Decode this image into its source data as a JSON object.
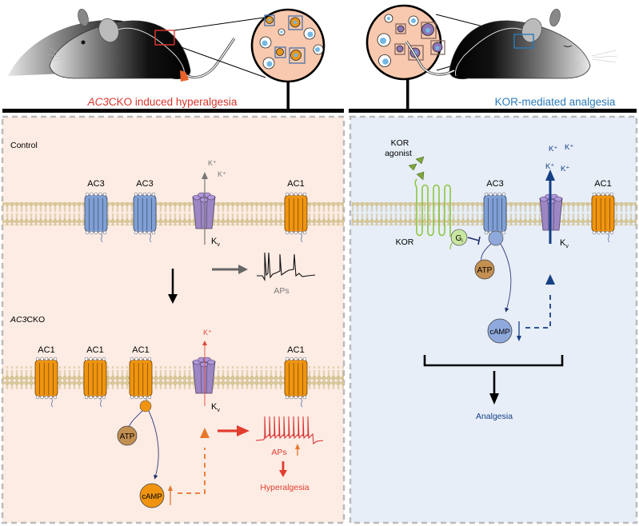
{
  "left_panel": {
    "title_italic": "AC3",
    "title_rest": "CKO induced hyperalgesia",
    "title_color": "#d9362b",
    "background": "#fdece4",
    "control": {
      "heading": "Control",
      "proteins": [
        "AC3",
        "AC3",
        "AC1"
      ],
      "k_ions": [
        "K⁺",
        "K⁺"
      ],
      "channel": "K",
      "channel_sub": "v",
      "output_label": "APs"
    },
    "cko": {
      "heading_italic": "AC3",
      "heading_rest": "CKO",
      "proteins": [
        "AC1",
        "AC1",
        "AC1",
        "AC1"
      ],
      "k_ion": "K⁺",
      "channel": "K",
      "channel_sub": "v",
      "atp": "ATP",
      "camp": "cAMP",
      "output_label": "APs",
      "outcome": "Hyperalgesia"
    }
  },
  "right_panel": {
    "title": "KOR-mediated analgesia",
    "title_color": "#2a7ab8",
    "background": "#e7eef8",
    "agonist_line1": "KOR",
    "agonist_line2": "agonist",
    "receptor": "KOR",
    "g_protein": "G",
    "g_protein_sub": "i",
    "proteins": [
      "AC3",
      "AC1"
    ],
    "k_ions": [
      "K⁺",
      "K⁺",
      "K⁺",
      "K⁺"
    ],
    "channel": "K",
    "channel_sub": "v",
    "atp": "ATP",
    "camp": "cAMP",
    "outcome": "Analgesia"
  },
  "colors": {
    "ac3": "#7f9fd6",
    "ac1": "#f0940f",
    "kv": "#9d86c4",
    "atp": "#c39052",
    "camp_left": "#f0940f",
    "camp_right": "#8fa9dc",
    "membrane": "#dccb9c",
    "kor": "#8cc63f",
    "red": "#e23d2f",
    "orange": "#e8762a",
    "navy": "#163f84"
  }
}
